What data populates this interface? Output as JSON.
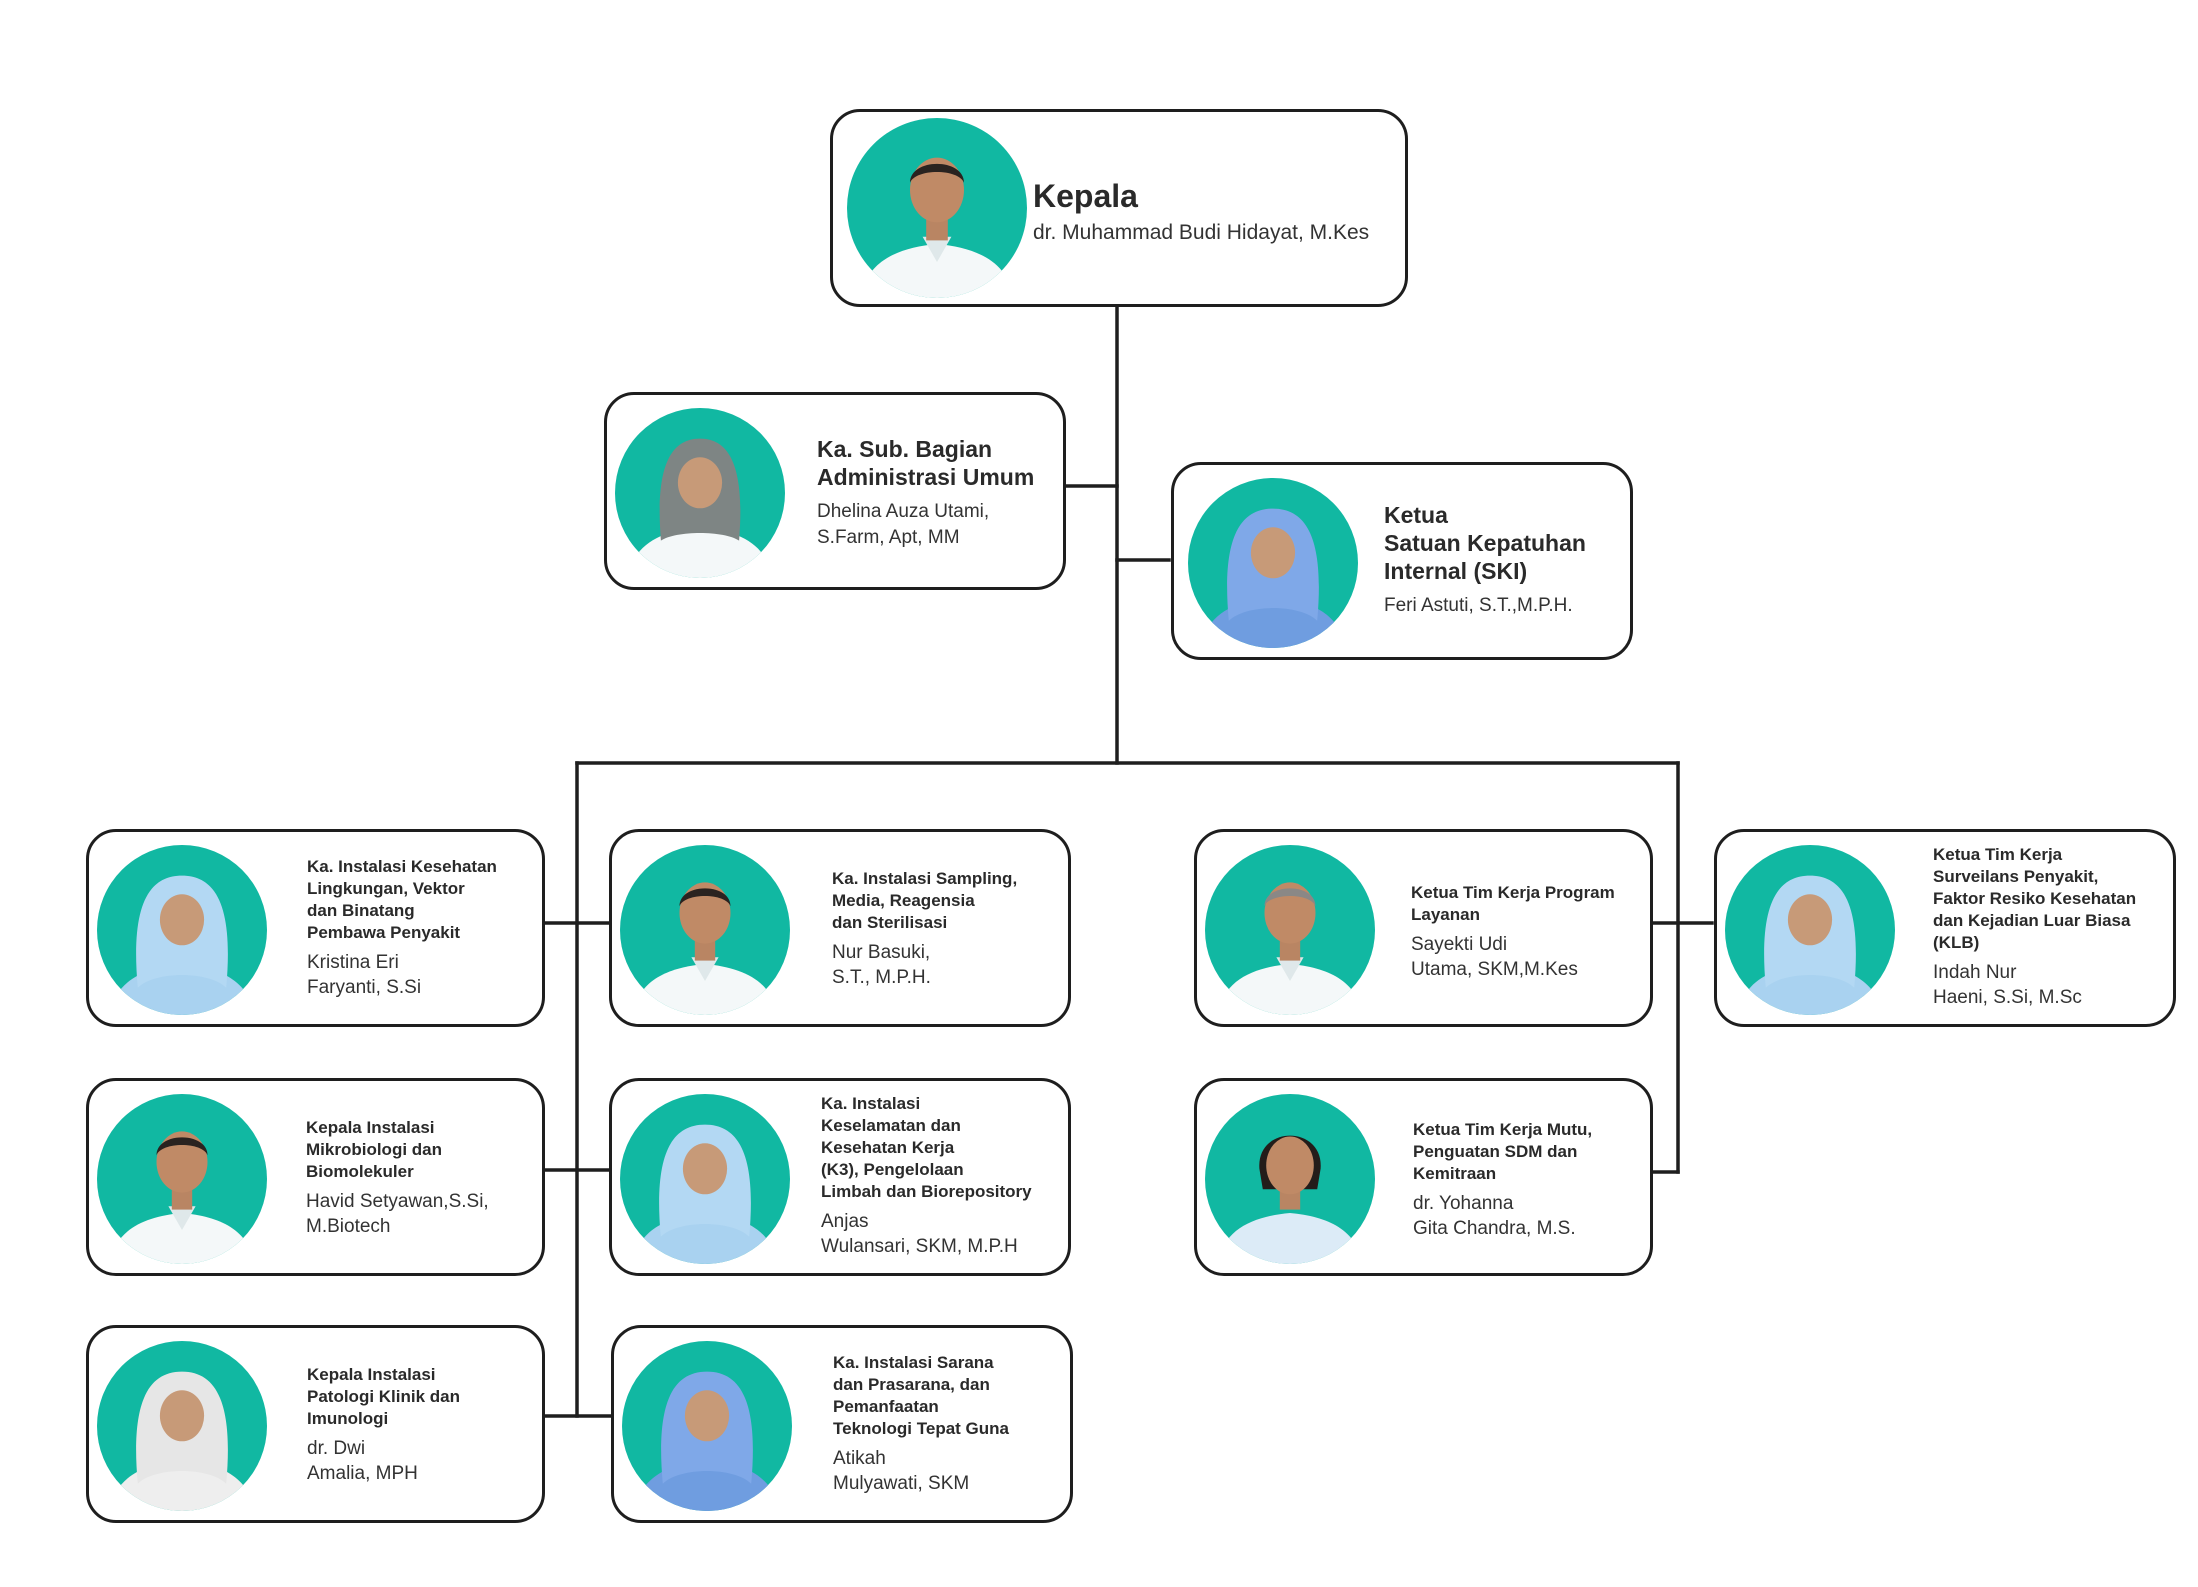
{
  "colors": {
    "accent": "#11b8a2",
    "line": "#1e1e1e",
    "card_bg": "#ffffff"
  },
  "chart": {
    "head": {
      "role": "Kepala",
      "name": "dr. Muhammad Budi Hidayat, M.Kes",
      "photo": "man-avatar"
    },
    "admin": {
      "role": "Ka. Sub. Bagian\nAdministrasi Umum",
      "name": "Dhelina Auza Utami,\nS.Farm, Apt, MM",
      "photo": "woman-hijab-grey-avatar"
    },
    "ski": {
      "role": "Ketua\nSatuan Kepatuhan\nInternal (SKI)",
      "name": "Feri Astuti, S.T.,M.P.H.",
      "photo": "woman-hijab-blue-avatar"
    },
    "units": [
      {
        "role": "Ka. Instalasi Kesehatan\nLingkungan, Vektor\ndan Binatang\nPembawa Penyakit",
        "name": "Kristina Eri\nFaryanti, S.Si",
        "photo": "woman-hijab-lightblue-avatar"
      },
      {
        "role": "Kepala Instalasi\nMikrobiologi dan\nBiomolekuler",
        "name": "Havid Setyawan,S.Si,\nM.Biotech",
        "photo": "man-avatar"
      },
      {
        "role": "Kepala Instalasi\nPatologi Klinik dan\nImunologi",
        "name": "dr. Dwi\nAmalia, MPH",
        "photo": "woman-hijab-white-avatar"
      },
      {
        "role": "Ka. Instalasi Sampling,\nMedia, Reagensia\ndan Sterilisasi",
        "name": "Nur Basuki,\nS.T., M.P.H.",
        "photo": "man-avatar"
      },
      {
        "role": "Ka. Instalasi\nKeselamatan dan\nKesehatan Kerja\n(K3), Pengelolaan\nLimbah dan Biorepository",
        "name": "Anjas\nWulansari, SKM, M.P.H",
        "photo": "woman-hijab-lightblue-avatar"
      },
      {
        "role": "Ka. Instalasi Sarana\ndan Prasarana, dan\nPemanfaatan\nTeknologi Tepat Guna",
        "name": "Atikah\nMulyawati, SKM",
        "photo": "woman-hijab-blue-avatar"
      },
      {
        "role": "Ketua Tim Kerja Program\nLayanan",
        "name": "Sayekti Udi\nUtama, SKM,M.Kes",
        "photo": "man-grey-avatar"
      },
      {
        "role": "Ketua Tim Kerja Mutu,\nPenguatan SDM dan\nKemitraan",
        "name": "dr. Yohanna\nGita Chandra, M.S.",
        "photo": "woman-avatar"
      },
      {
        "role": "Ketua Tim Kerja\nSurveilans Penyakit,\nFaktor Resiko Kesehatan\ndan Kejadian Luar Biasa\n(KLB)",
        "name": "Indah Nur\nHaeni, S.Si, M.Sc",
        "photo": "woman-hijab-lightblue-avatar"
      }
    ]
  }
}
